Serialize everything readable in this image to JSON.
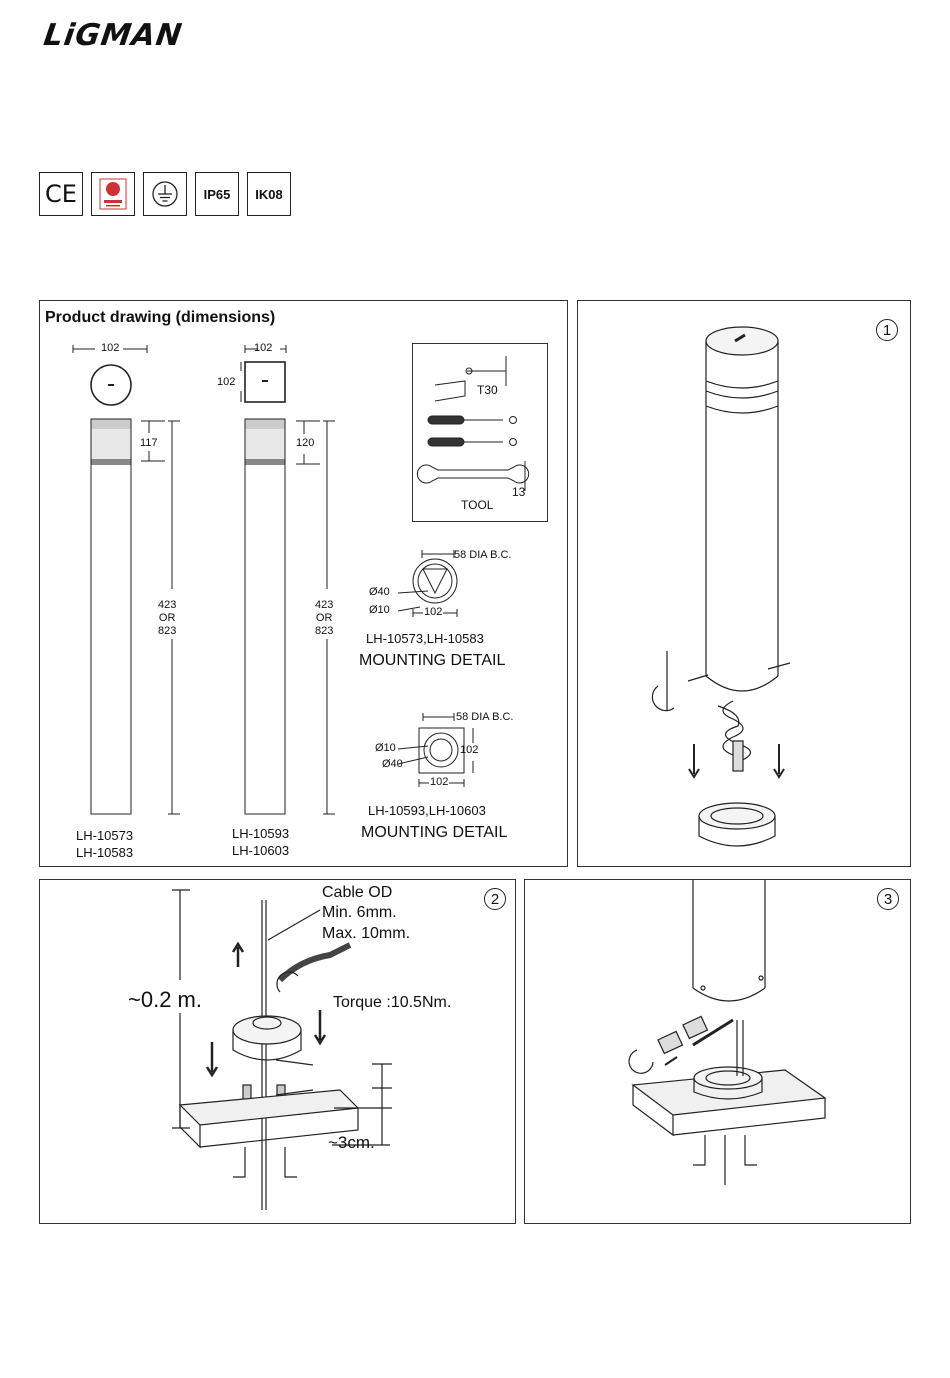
{
  "brand": {
    "name": "LiGMAN"
  },
  "certifications": [
    {
      "id": "ce",
      "label": "CE"
    },
    {
      "id": "quality",
      "label": ""
    },
    {
      "id": "earth",
      "label": ""
    },
    {
      "id": "ip",
      "label": "IP65"
    },
    {
      "id": "ik",
      "label": "IK08"
    }
  ],
  "product_panel": {
    "title": "Product drawing (dimensions)",
    "round": {
      "width": "102",
      "head_height": "117",
      "height": "423\nOR\n823",
      "models": [
        "LH-10573",
        "LH-10583"
      ]
    },
    "square": {
      "width": "102",
      "depth": "102",
      "head_height": "120",
      "height": "423\nOR\n823",
      "models": [
        "LH-10593",
        "LH-10603"
      ]
    },
    "tool": {
      "label": "TOOL",
      "hex_key": "T30",
      "wrench": "13"
    },
    "mount_round": {
      "bc": "58 DIA B.C.",
      "d40": "Ø40",
      "d10": "Ø10",
      "width": "102",
      "models": "LH-10573,LH-10583",
      "title": "MOUNTING DETAIL"
    },
    "mount_square": {
      "bc": "58 DIA B.C.",
      "d10": "Ø10",
      "d40": "Ø40",
      "width": "102",
      "depth": "102",
      "models": "LH-10593,LH-10603",
      "title": "MOUNTING DETAIL"
    }
  },
  "step1": {
    "number": "1"
  },
  "step2": {
    "number": "2",
    "cable_od": "Cable OD",
    "cable_min": "Min. 6mm.",
    "cable_max": "Max. 10mm.",
    "height": "~0.2 m.",
    "torque": "Torque :10.5Nm.",
    "depth": "~3cm."
  },
  "step3": {
    "number": "3"
  }
}
